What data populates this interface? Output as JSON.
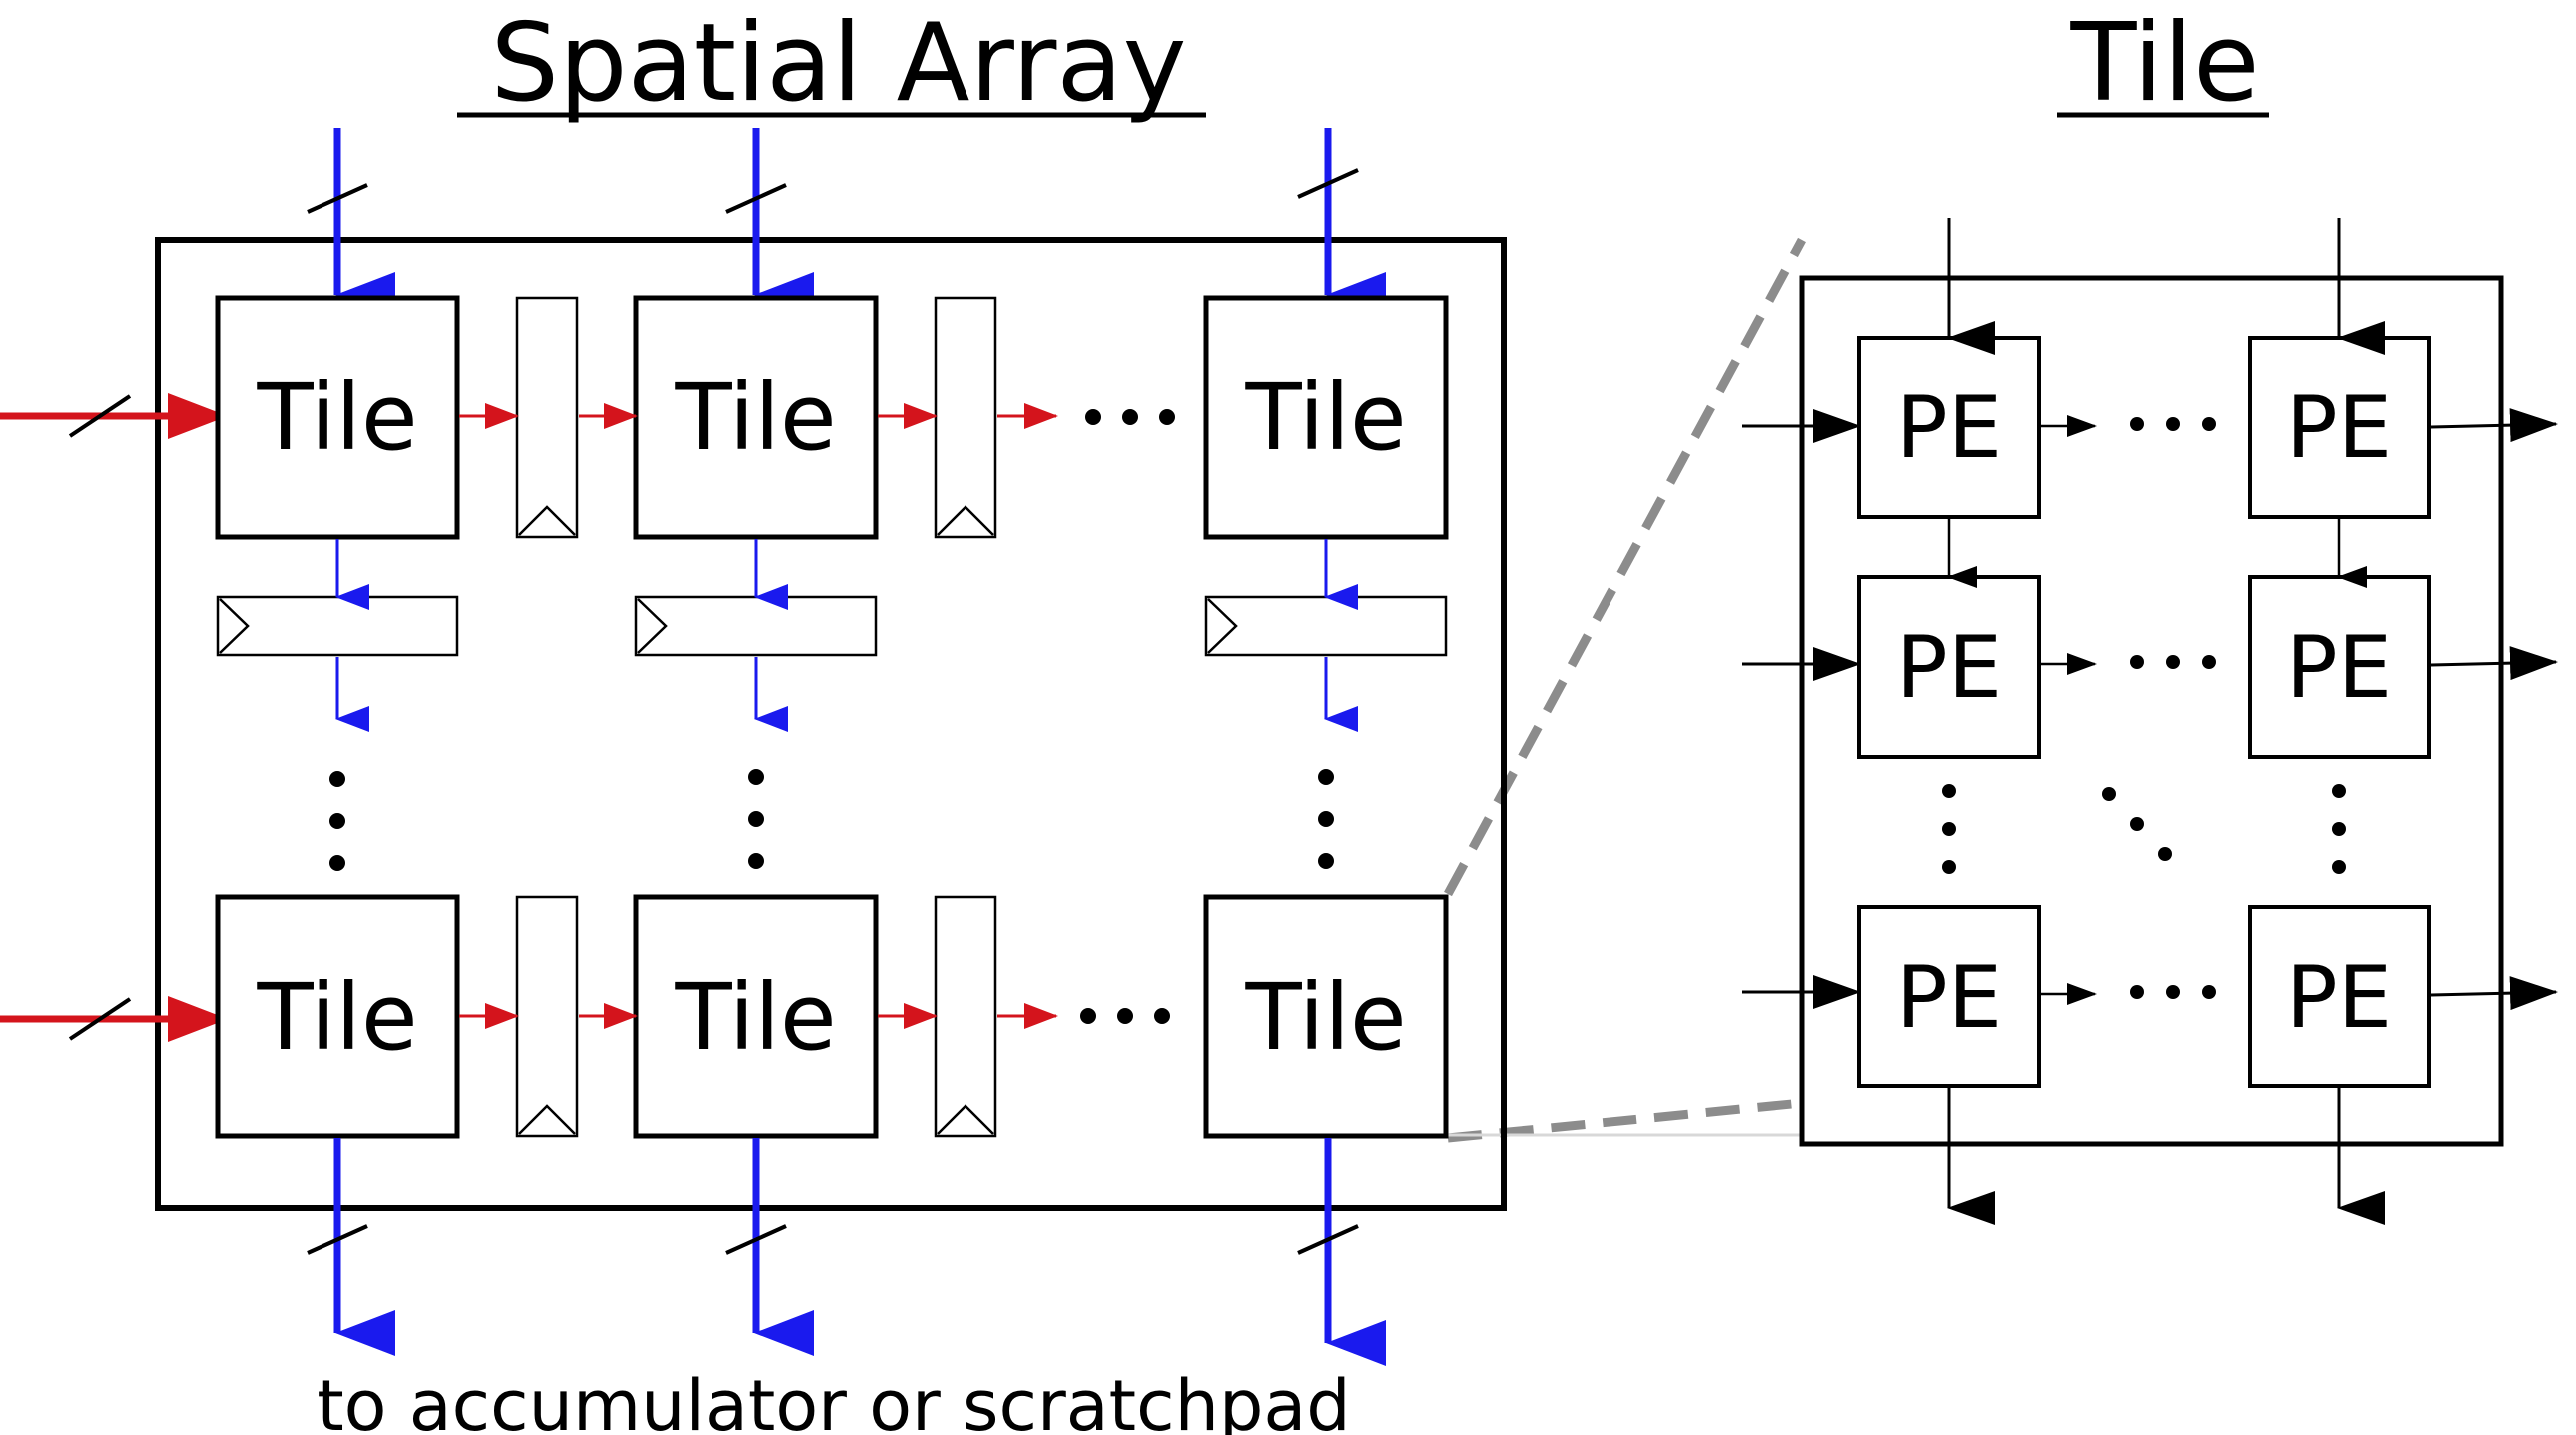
{
  "titles": {
    "spatial_array": "Spatial Array",
    "tile": "Tile"
  },
  "labels": {
    "tile_block": "Tile",
    "pe_block": "PE"
  },
  "caption": "to accumulator or scratchpad",
  "colors": {
    "horizontal_data": "#d4141c",
    "vertical_data": "#1a1aee",
    "zoom_lines": "#8c8c8c",
    "outline": "#000000"
  }
}
